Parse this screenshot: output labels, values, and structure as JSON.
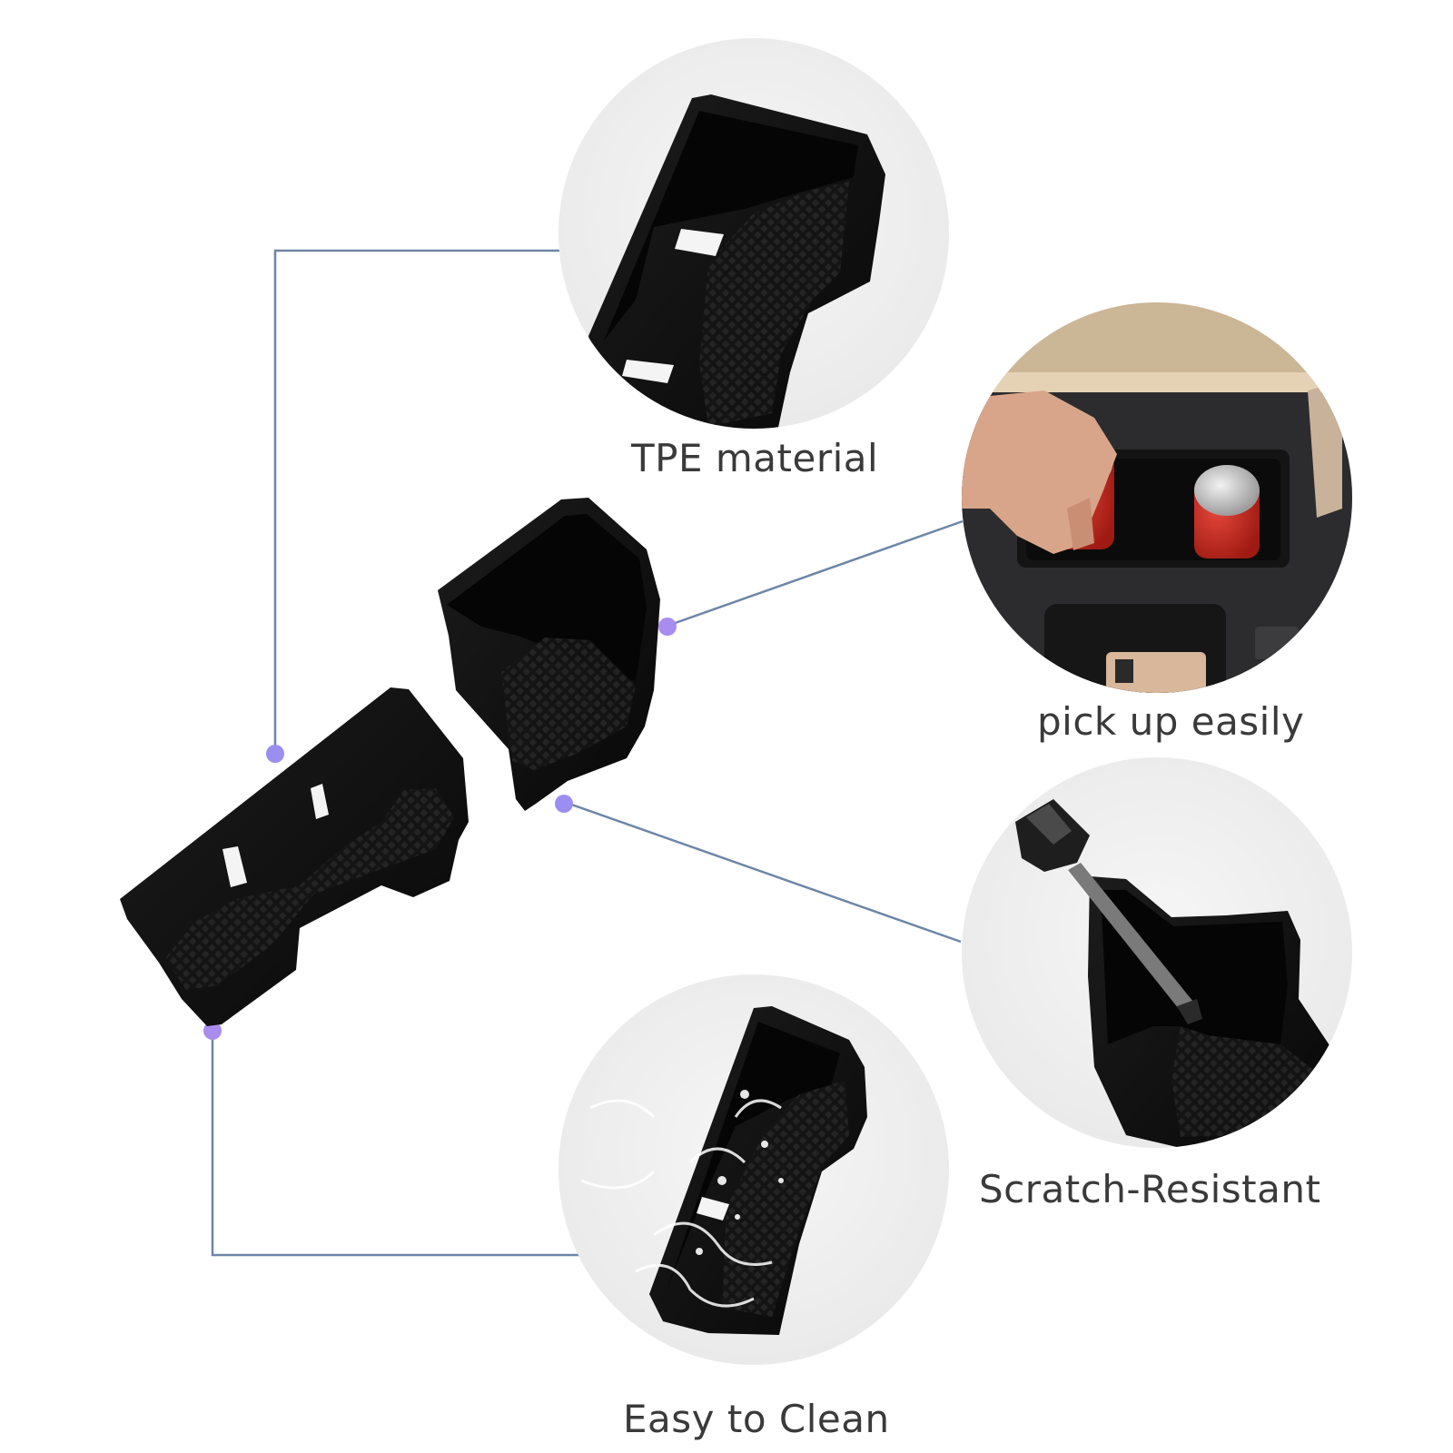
{
  "captions": {
    "tpe": "TPE material",
    "pick": "pick up easily",
    "scratch": "Scratch-Resistant",
    "clean": "Easy to Clean"
  },
  "colors": {
    "connector_line": "#6d86a8",
    "dot_blue": "#7f8ff0",
    "dot_purple": "#c08cf0",
    "circle_bg": "#eeeeee",
    "tray_black": "#111111",
    "can_red": "#c8261b",
    "dash_tan": "#cbb696",
    "caption_text": "#3a3a3a"
  }
}
